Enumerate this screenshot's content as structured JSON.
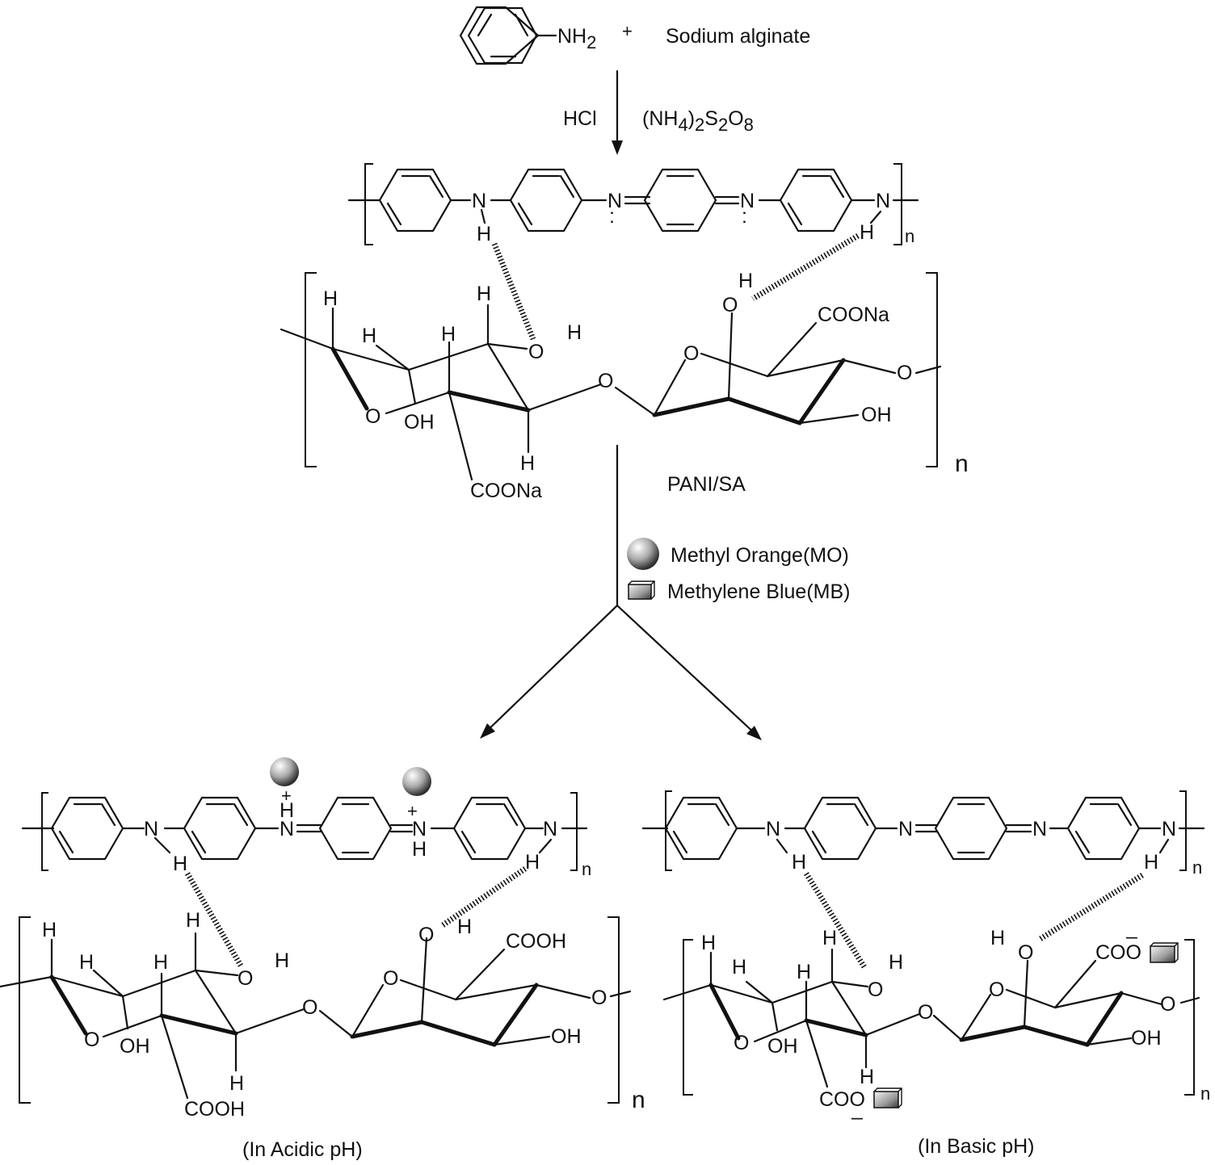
{
  "reaction": {
    "reactant_aniline_label": "NH",
    "reactant_aniline_sub": "2",
    "plus": "+",
    "reactant_alginate": "Sodium alginate",
    "reagent_acid": "HCl",
    "reagent_oxidant": [
      "(NH",
      "4",
      ")",
      "2",
      "S",
      "2",
      "O",
      "8"
    ]
  },
  "atoms": {
    "N": "N",
    "H": "H",
    "O": "O",
    "OH": "OH",
    "COONa": "COONa",
    "COOH": "COOH",
    "COO": "COO",
    "plus": "+",
    "minus": "–",
    "n": "n",
    "lone_pair": ":"
  },
  "intermediate": {
    "name": "PANI/SA"
  },
  "legend": {
    "mo": {
      "label": "Methyl Orange(MO)",
      "icon": "sphere-icon"
    },
    "mb": {
      "label": "Methylene Blue(MB)",
      "icon": "cuboid-icon"
    }
  },
  "products": {
    "acidic": {
      "caption": "(In Acidic pH)"
    },
    "basic": {
      "caption": "(In Basic pH)"
    }
  },
  "colors": {
    "ink": "#111111",
    "dye_shade": "#9a9a9a"
  }
}
